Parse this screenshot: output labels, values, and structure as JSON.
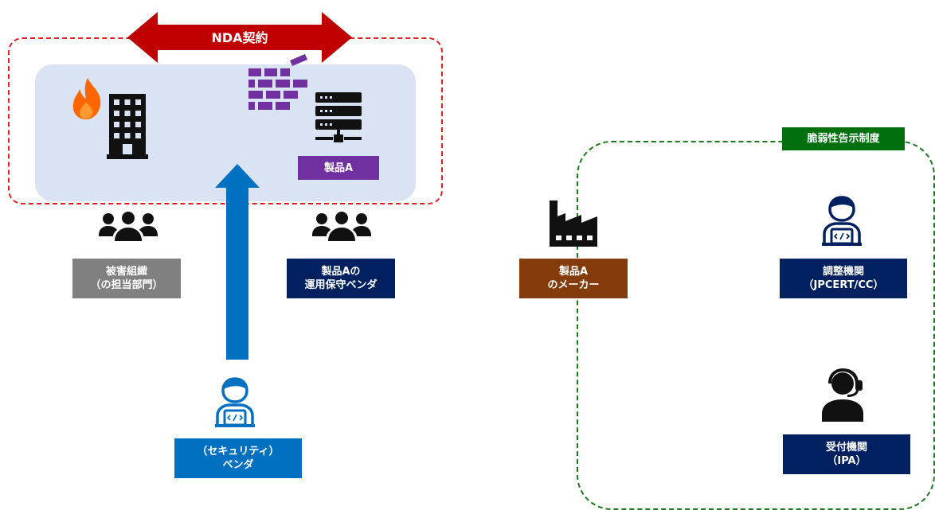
{
  "nda_arrow": {
    "label": "NDA契約"
  },
  "product_tag": {
    "label": "製品A"
  },
  "labels": {
    "victim_org": {
      "line1": "被害組織",
      "line2": "（の担当部門）"
    },
    "ops_vendor": {
      "line1": "製品Aの",
      "line2": "運用保守ベンダ"
    },
    "security_vendor": {
      "line1": "（セキュリティ）",
      "line2": "ベンダ"
    },
    "maker": {
      "line1": "製品A",
      "line2": "のメーカー"
    },
    "coordinator": {
      "line1": "調整機関",
      "line2": "（JPCERT/CC）"
    },
    "reception": {
      "line1": "受付機関",
      "line2": "（IPA）"
    }
  },
  "disclosure_scheme": {
    "label": "脆弱性告示制度"
  },
  "icons": [
    "fire-icon",
    "office-building-icon",
    "firewall-icon",
    "server-icon",
    "people-group-icon",
    "coder-icon",
    "factory-icon",
    "headset-operator-icon"
  ],
  "colors": {
    "nda_red": "#c00000",
    "org_panel": "#dae3f3",
    "purple": "#7030a0",
    "blue_arrow": "#0070c0",
    "gray": "#808080",
    "navy": "#002060",
    "brown": "#843c0c",
    "green": "#00700f"
  }
}
